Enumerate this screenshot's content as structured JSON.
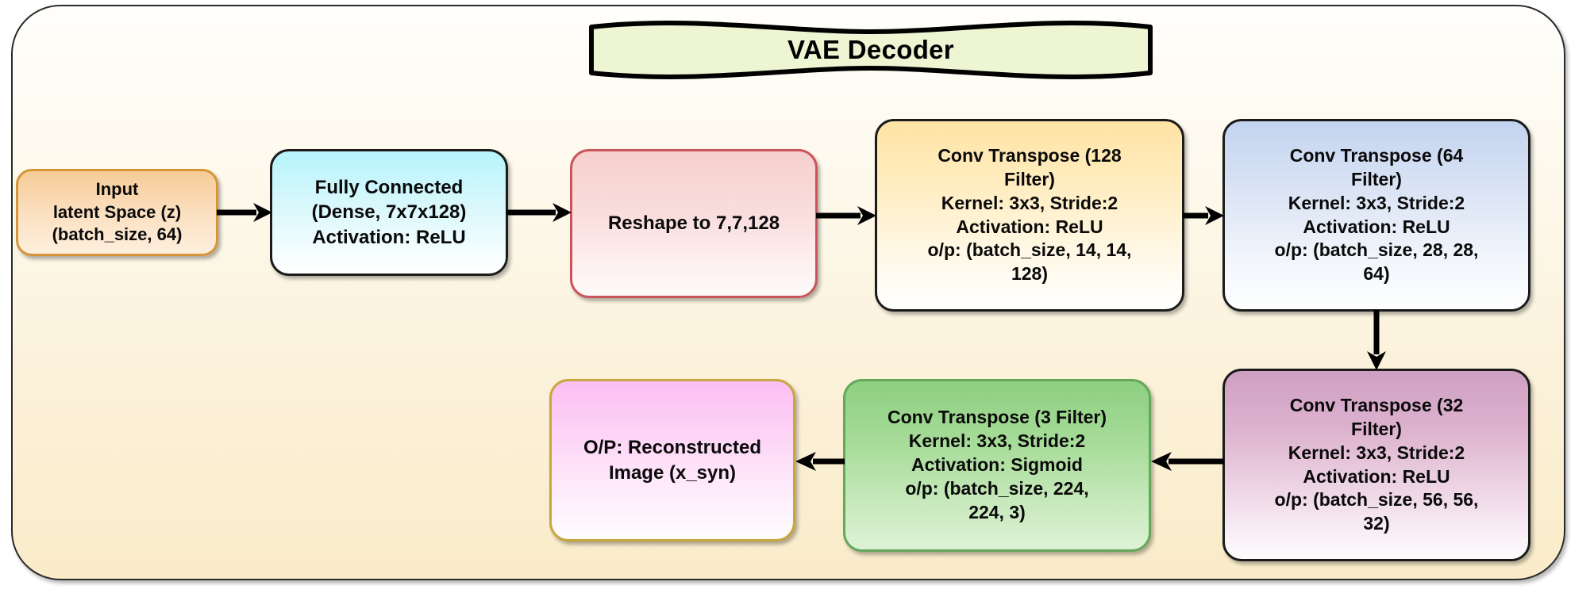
{
  "diagram": {
    "title": "VAE Decoder",
    "title_shape": "wave-banner",
    "colors": {
      "canvas_bg": "#fdf3de",
      "title_fill": "#edf5d2",
      "input_fill": "#f6cb97",
      "input_border": "#d79537",
      "fc_fill": "#b6f4fb",
      "reshape_fill": "#f6cfcd",
      "reshape_border": "#c9555a",
      "ct128_fill": "#ffe3a4",
      "ct64_fill": "#c3d3ef",
      "ct32_fill": "#cf9fc2",
      "ct3_fill": "#8dcf80",
      "ct3_border": "#64a85c",
      "output_fill": "#fbbef2",
      "output_border": "#c8a63e",
      "arrow": "#000000",
      "border": "#1b1b1b"
    },
    "nodes": {
      "input": {
        "name": "Input",
        "lines": [
          "Input",
          "latent Space (z)",
          "(batch_size, 64)"
        ]
      },
      "fully_connected": {
        "name": "Fully Connected",
        "lines": [
          "Fully Connected",
          "(Dense, 7x7x128)",
          "Activation: ReLU"
        ]
      },
      "reshape": {
        "name": "Reshape",
        "lines": [
          "Reshape to 7,7,128"
        ]
      },
      "conv_transpose_128": {
        "name": "Conv Transpose 128",
        "lines": [
          "Conv Transpose (128",
          "Filter)",
          "Kernel: 3x3, Stride:2",
          "Activation: ReLU",
          "o/p: (batch_size, 14, 14,",
          "128)"
        ]
      },
      "conv_transpose_64": {
        "name": "Conv Transpose 64",
        "lines": [
          "Conv Transpose (64",
          "Filter)",
          "Kernel: 3x3, Stride:2",
          "Activation: ReLU",
          "o/p: (batch_size, 28, 28,",
          "64)"
        ]
      },
      "conv_transpose_32": {
        "name": "Conv Transpose 32",
        "lines": [
          "Conv Transpose (32",
          "Filter)",
          "Kernel: 3x3, Stride:2",
          "Activation: ReLU",
          "o/p: (batch_size, 56, 56,",
          "32)"
        ]
      },
      "conv_transpose_3": {
        "name": "Conv Transpose 3",
        "lines": [
          "Conv Transpose (3 Filter)",
          "Kernel: 3x3, Stride:2",
          "Activation: Sigmoid",
          "o/p: (batch_size, 224,",
          "224, 3)"
        ]
      },
      "output": {
        "name": "Output",
        "lines": [
          "O/P: Reconstructed",
          "Image (x_syn)"
        ]
      }
    },
    "edges": [
      {
        "from": "input",
        "to": "fully_connected",
        "direction": "right"
      },
      {
        "from": "fully_connected",
        "to": "reshape",
        "direction": "right"
      },
      {
        "from": "reshape",
        "to": "conv_transpose_128",
        "direction": "right"
      },
      {
        "from": "conv_transpose_128",
        "to": "conv_transpose_64",
        "direction": "right"
      },
      {
        "from": "conv_transpose_64",
        "to": "conv_transpose_32",
        "direction": "down"
      },
      {
        "from": "conv_transpose_32",
        "to": "conv_transpose_3",
        "direction": "left"
      },
      {
        "from": "conv_transpose_3",
        "to": "output",
        "direction": "left"
      }
    ]
  }
}
